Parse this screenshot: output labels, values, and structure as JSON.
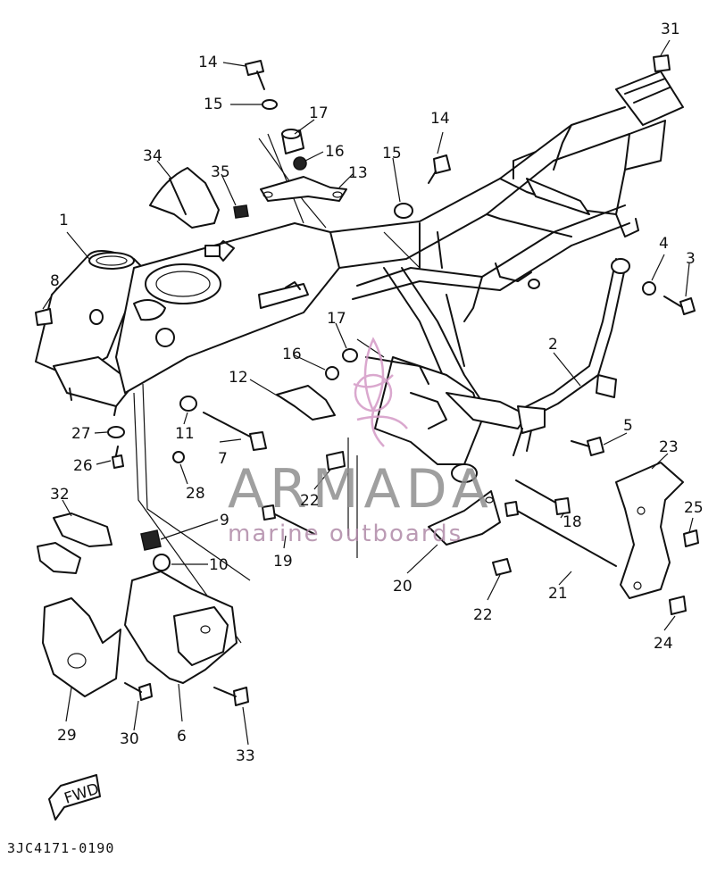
{
  "diagram": {
    "code": "3JC4171-0190",
    "watermark": {
      "brand": "ARMADA",
      "tagline": "marine outboards"
    },
    "fwd_label": "FWD",
    "labels": [
      {
        "id": "1",
        "text": "1"
      },
      {
        "id": "2",
        "text": "2"
      },
      {
        "id": "3",
        "text": "3"
      },
      {
        "id": "4",
        "text": "4"
      },
      {
        "id": "5",
        "text": "5"
      },
      {
        "id": "6",
        "text": "6"
      },
      {
        "id": "7",
        "text": "7"
      },
      {
        "id": "8",
        "text": "8"
      },
      {
        "id": "9",
        "text": "9"
      },
      {
        "id": "10",
        "text": "10"
      },
      {
        "id": "11",
        "text": "11"
      },
      {
        "id": "12",
        "text": "12"
      },
      {
        "id": "13",
        "text": "13"
      },
      {
        "id": "14a",
        "text": "14"
      },
      {
        "id": "14b",
        "text": "14"
      },
      {
        "id": "15a",
        "text": "15"
      },
      {
        "id": "15b",
        "text": "15"
      },
      {
        "id": "16a",
        "text": "16"
      },
      {
        "id": "16b",
        "text": "16"
      },
      {
        "id": "17a",
        "text": "17"
      },
      {
        "id": "17b",
        "text": "17"
      },
      {
        "id": "18",
        "text": "18"
      },
      {
        "id": "19",
        "text": "19"
      },
      {
        "id": "20",
        "text": "20"
      },
      {
        "id": "21",
        "text": "21"
      },
      {
        "id": "22a",
        "text": "22"
      },
      {
        "id": "22b",
        "text": "22"
      },
      {
        "id": "23",
        "text": "23"
      },
      {
        "id": "24",
        "text": "24"
      },
      {
        "id": "25",
        "text": "25"
      },
      {
        "id": "26",
        "text": "26"
      },
      {
        "id": "27",
        "text": "27"
      },
      {
        "id": "28",
        "text": "28"
      },
      {
        "id": "29",
        "text": "29"
      },
      {
        "id": "30",
        "text": "30"
      },
      {
        "id": "31",
        "text": "31"
      },
      {
        "id": "32",
        "text": "32"
      },
      {
        "id": "33",
        "text": "33"
      },
      {
        "id": "34",
        "text": "34"
      },
      {
        "id": "35",
        "text": "35"
      }
    ]
  }
}
